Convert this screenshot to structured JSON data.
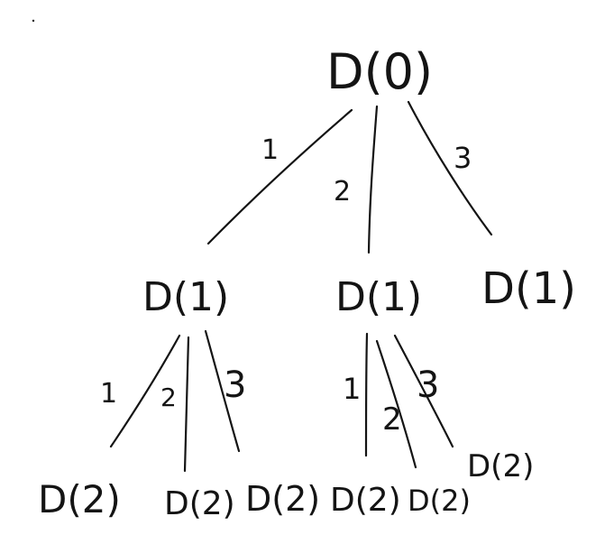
{
  "tree": {
    "nodes": [
      {
        "id": "root",
        "label": "D(0)"
      },
      {
        "id": "l1a",
        "label": "D(1)"
      },
      {
        "id": "l1b",
        "label": "D(1)"
      },
      {
        "id": "l1c",
        "label": "D(1)"
      },
      {
        "id": "l2a1",
        "label": "D(2)"
      },
      {
        "id": "l2a2",
        "label": "D(2)"
      },
      {
        "id": "l2a3",
        "label": "D(2)"
      },
      {
        "id": "l2b1",
        "label": "D(2)"
      },
      {
        "id": "l2b2",
        "label": "D(2)"
      },
      {
        "id": "l2b3",
        "label": "D(2)"
      }
    ],
    "edges": [
      {
        "from": "root",
        "to": "l1a",
        "label": "1"
      },
      {
        "from": "root",
        "to": "l1b",
        "label": "2"
      },
      {
        "from": "root",
        "to": "l1c",
        "label": "3"
      },
      {
        "from": "l1a",
        "to": "l2a1",
        "label": "1"
      },
      {
        "from": "l1a",
        "to": "l2a2",
        "label": "2"
      },
      {
        "from": "l1a",
        "to": "l2a3",
        "label": "3"
      },
      {
        "from": "l1b",
        "to": "l2b1",
        "label": "1"
      },
      {
        "from": "l1b",
        "to": "l2b2",
        "label": "2"
      },
      {
        "from": "l1b",
        "to": "l2b3",
        "label": "3"
      }
    ]
  }
}
